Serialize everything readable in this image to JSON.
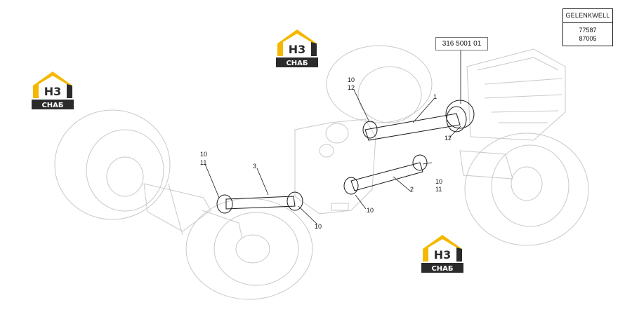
{
  "reference": {
    "title": "GELENKWELL",
    "codes": [
      "77587",
      "87005"
    ]
  },
  "part_number": "316 5001 01",
  "watermark": {
    "top_text": "H3",
    "bottom_text": "СНАБ",
    "colors": {
      "yellow": "#f5b800",
      "dark": "#2b2b2b"
    }
  },
  "callouts": {
    "shaft1": "1",
    "shaft2": "2",
    "shaft3": "3",
    "rear_top_a": "10",
    "rear_top_b": "12",
    "front_flange": "12",
    "middle_right_a": "10",
    "middle_right_b": "11",
    "middle_left": "10",
    "left_top_a": "10",
    "left_top_b": "11",
    "left_bottom": "10"
  },
  "colors": {
    "line": "#1a1a1a",
    "ghost": "#c9c9c9"
  }
}
